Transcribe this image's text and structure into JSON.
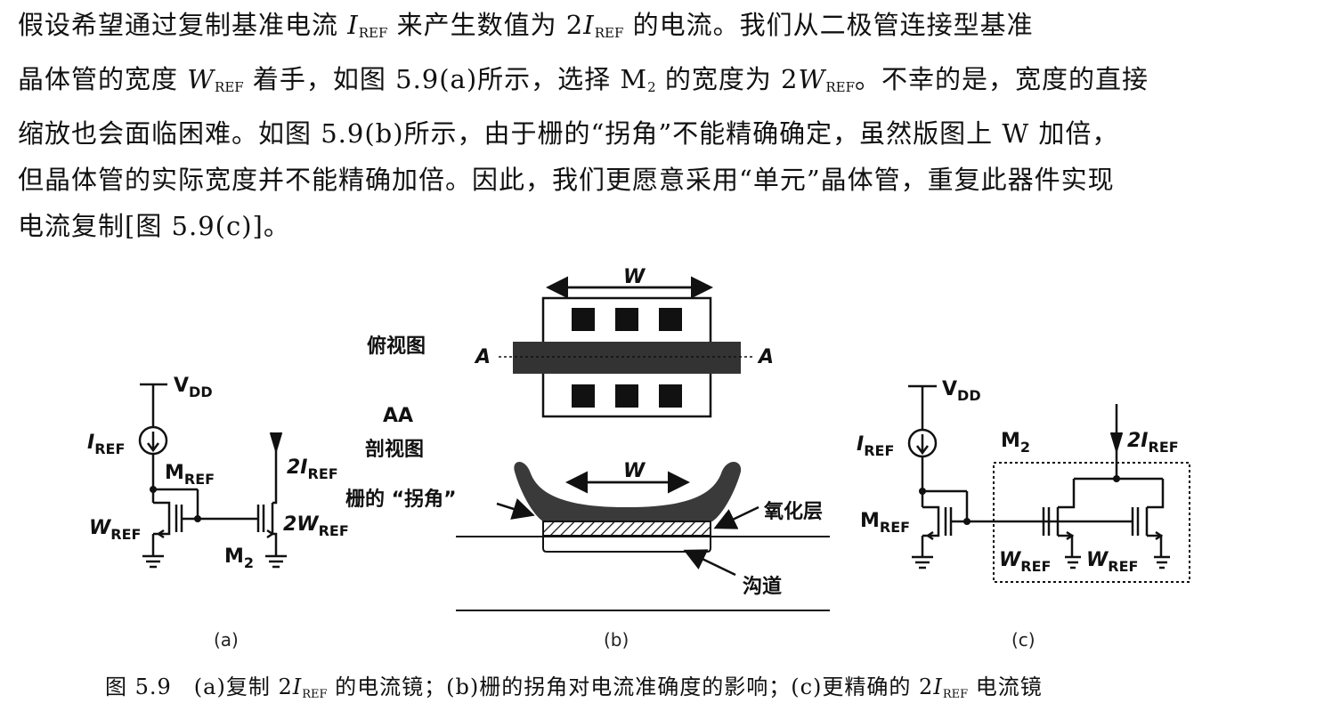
{
  "paragraph": {
    "line1": {
      "a": "假设希望通过复制基准电流 ",
      "b": "I",
      "c": "REF",
      "d": " 来产生数值为 2",
      "e": "I",
      "f": "REF",
      "g": " 的电流。我们从二极管连接型基准"
    },
    "line2": {
      "a": "晶体管的宽度 ",
      "b": "W",
      "c": "REF",
      "d": " 着手，如图 5.9(a)所示，选择 M",
      "e": "2",
      "f": " 的宽度为 2",
      "g": "W",
      "h": "REF",
      "i": "。不幸的是，宽度的直接"
    },
    "line3": "缩放也会面临困难。如图 5.9(b)所示，由于栅的“拐角”不能精确确定，虽然版图上 W 加倍，",
    "line4": "但晶体管的实际宽度并不能精确加倍。因此，我们更愿意采用“单元”晶体管，重复此器件实现",
    "line5": "电流复制[图 5.9(c)]。"
  },
  "figure_a": {
    "vdd": "V",
    "vdd_sub": "DD",
    "iref": "I",
    "iref_sub": "REF",
    "mref": "M",
    "mref_sub": "REF",
    "wref": "W",
    "wref_sub": "REF",
    "out": "2I",
    "out_sub": "REF",
    "w2": "2W",
    "w2_sub": "REF",
    "m2": "M",
    "m2_sub": "2",
    "panel": "(a)"
  },
  "figure_b": {
    "w_top": "W",
    "top_view": "俯视图",
    "a_left": "A",
    "a_right": "A",
    "aa": "AA",
    "section": "剖视图",
    "w_bottom": "W",
    "gate_corner": "栅的 “拐角”",
    "oxide": "氧化层",
    "channel": "沟道",
    "panel": "(b)"
  },
  "figure_c": {
    "vdd": "V",
    "vdd_sub": "DD",
    "iref": "I",
    "iref_sub": "REF",
    "m2": "M",
    "m2_sub": "2",
    "out": "2I",
    "out_sub": "REF",
    "mref": "M",
    "mref_sub": "REF",
    "wref1": "W",
    "wref1_sub": "REF",
    "wref2": "W",
    "wref2_sub": "REF",
    "panel": "(c)"
  },
  "caption": {
    "a": "图 5.9　(a)复制 2",
    "b": "I",
    "c": "REF",
    "d": " 的电流镜；(b)栅的拐角对电流准确度的影响；(c)更精确的 2",
    "e": "I",
    "f": "REF",
    "g": " 电流镜"
  }
}
